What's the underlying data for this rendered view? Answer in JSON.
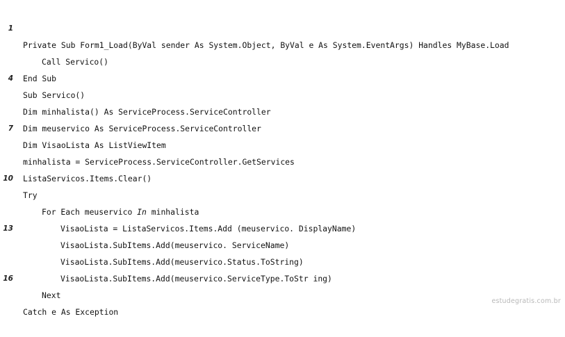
{
  "code": {
    "lines": [
      {
        "num": "1",
        "text": "Private Sub Form1_Load(ByVal sender As System.Object, ByVal e As System.EventArgs) Handles MyBase.Load"
      },
      {
        "num": "",
        "text": "Call Servico()"
      },
      {
        "num": "",
        "text": "End Sub"
      },
      {
        "num": "4",
        "text": "Sub Servico()"
      },
      {
        "num": "",
        "text": "Dim minhalista() As ServiceProcess.ServiceController"
      },
      {
        "num": "",
        "text": "Dim meuservico As ServiceProcess.ServiceController"
      },
      {
        "num": "7",
        "text": "Dim VisaoLista As ListViewItem"
      },
      {
        "num": "",
        "text": "minhalista = ServiceProcess.ServiceController.GetServices"
      },
      {
        "num": "",
        "text": "ListaServicos.Items.Clear()"
      },
      {
        "num": "10",
        "text": "Try"
      },
      {
        "num": "",
        "text_before": "For Each meuservico ",
        "text_italic": "In",
        "text_after": " minhalista"
      },
      {
        "num": "",
        "text": "VisaoLista = ListaServicos.Items.Add (meuservico. DisplayName)"
      },
      {
        "num": "13",
        "text": "VisaoLista.SubItems.Add(meuservico. ServiceName)"
      },
      {
        "num": "",
        "text": "VisaoLista.SubItems.Add(meuservico.Status.ToString)"
      },
      {
        "num": "",
        "text": "VisaoLista.SubItems.Add(meuservico.ServiceType.ToStr ing)"
      },
      {
        "num": "16",
        "text": "Next"
      },
      {
        "num": "",
        "text": "Catch e As Exception"
      }
    ]
  },
  "watermark": "estudegratis.com.br"
}
